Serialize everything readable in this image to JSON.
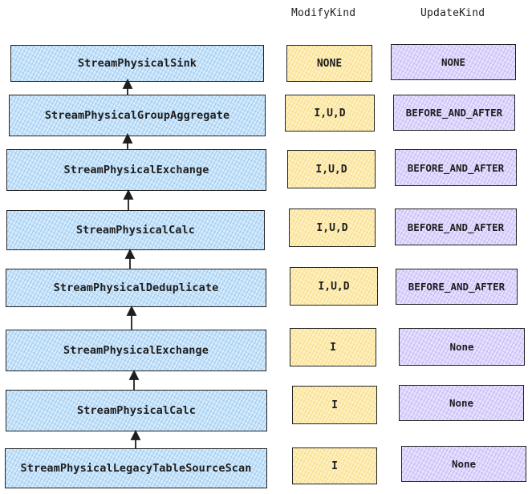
{
  "headers": {
    "modify_kind": "ModifyKind",
    "update_kind": "UpdateKind"
  },
  "rows": [
    {
      "node": "StreamPhysicalSink",
      "modify": "NONE",
      "update": "NONE"
    },
    {
      "node": "StreamPhysicalGroupAggregate",
      "modify": "I,U,D",
      "update": "BEFORE_AND_AFTER"
    },
    {
      "node": "StreamPhysicalExchange",
      "modify": "I,U,D",
      "update": "BEFORE_AND_AFTER"
    },
    {
      "node": "StreamPhysicalCalc",
      "modify": "I,U,D",
      "update": "BEFORE_AND_AFTER"
    },
    {
      "node": "StreamPhysicalDeduplicate",
      "modify": "I,U,D",
      "update": "BEFORE_AND_AFTER"
    },
    {
      "node": "StreamPhysicalExchange",
      "modify": "I",
      "update": "None"
    },
    {
      "node": "StreamPhysicalCalc",
      "modify": "I",
      "update": "None"
    },
    {
      "node": "StreamPhysicalLegacyTableSourceScan",
      "modify": "I",
      "update": "None"
    }
  ],
  "colors": {
    "node_fill": "#d6ebfb",
    "modify_fill": "#fdf1c4",
    "update_fill": "#e8e2fd",
    "stroke": "#1e1e1e"
  }
}
